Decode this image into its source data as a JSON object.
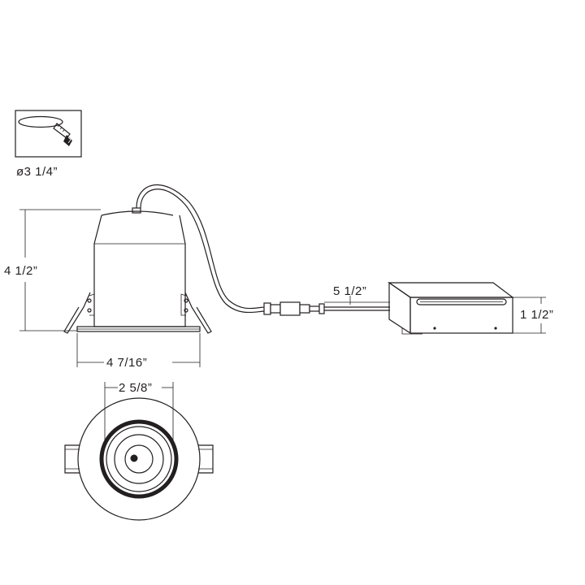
{
  "dimensions": {
    "cutout_diameter": "ø3 1/4”",
    "height": "4 1/2”",
    "trim_width": "4 7/16”",
    "cable_length": "5 1/2”",
    "box_height": "1 1/2”",
    "aperture": "2 5/8”"
  },
  "colors": {
    "line": "#231f20",
    "background": "#ffffff"
  },
  "icons": {
    "cutout": "hole-saw-icon"
  }
}
